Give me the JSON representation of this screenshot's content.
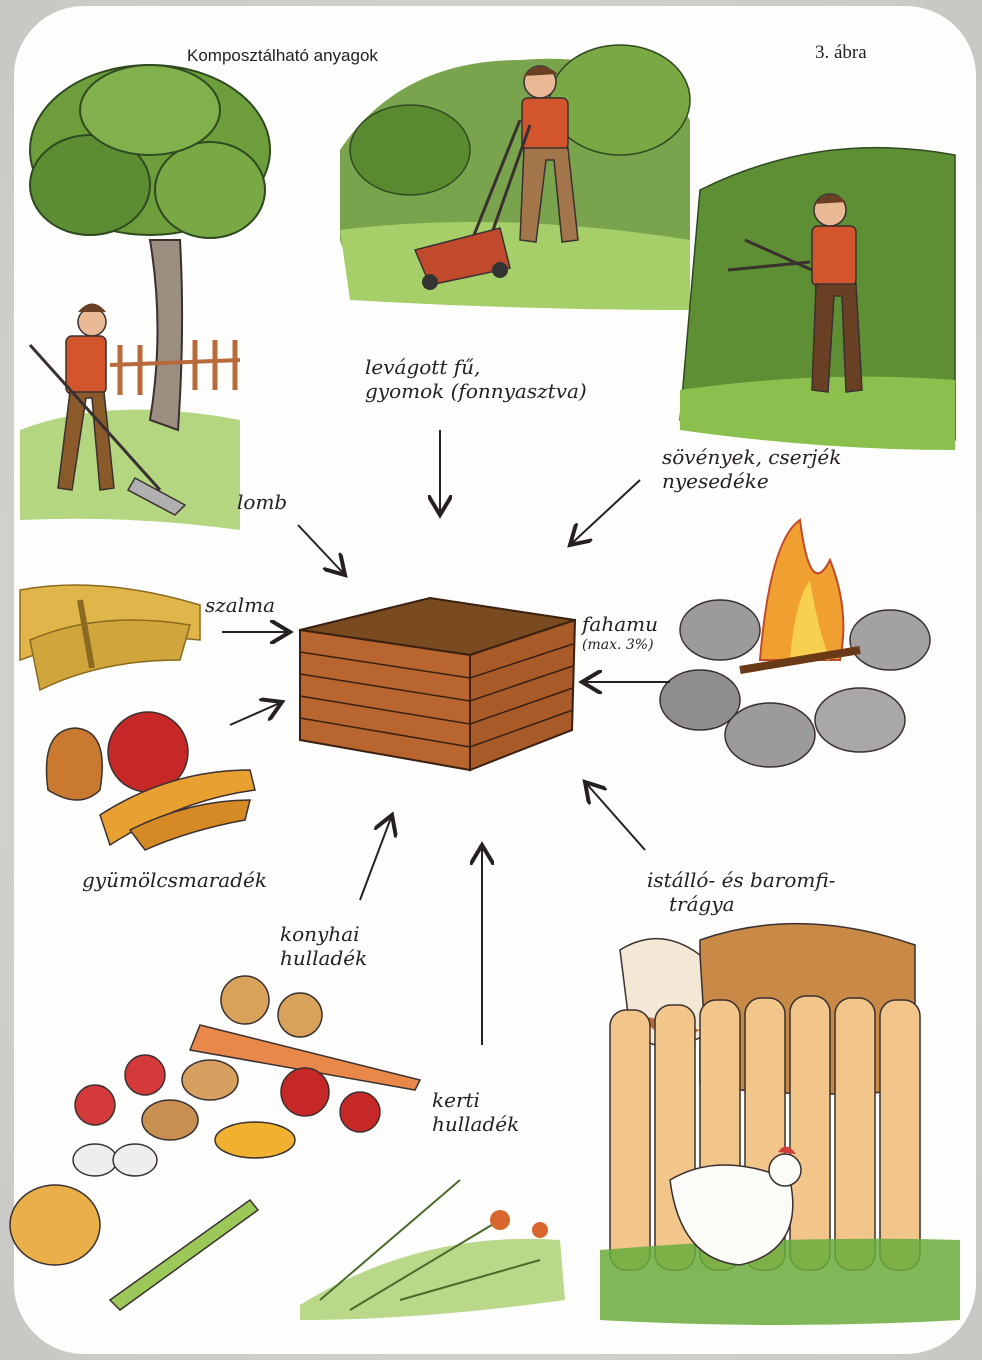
{
  "header": {
    "title": "Komposztálható anyagok",
    "figure_number": "3. ábra"
  },
  "labels": {
    "cut_grass": [
      "levágott fű,",
      "gyomok (fonnyasztva)"
    ],
    "hedges": [
      "sövények, cserjék",
      "nyesedéke"
    ],
    "leaves": "lomb",
    "straw": "szalma",
    "wood_ash": [
      "fahamu",
      "(max. 3%)"
    ],
    "fruit_waste": "gyümölcsmaradék",
    "kitchen_waste": [
      "konyhai",
      "hulladék"
    ],
    "garden_waste": [
      "kerti",
      "hulladék"
    ],
    "manure": [
      "istálló- és baromfi-",
      "trágya"
    ]
  },
  "colors": {
    "frame": "#fdfdfb",
    "ink": "#262022",
    "compost_bin": "#b9652f",
    "foliage": "#6a9a3a",
    "grass": "#8cc04e",
    "shirt": "#d2552c",
    "pants": "#8a5a2a"
  }
}
